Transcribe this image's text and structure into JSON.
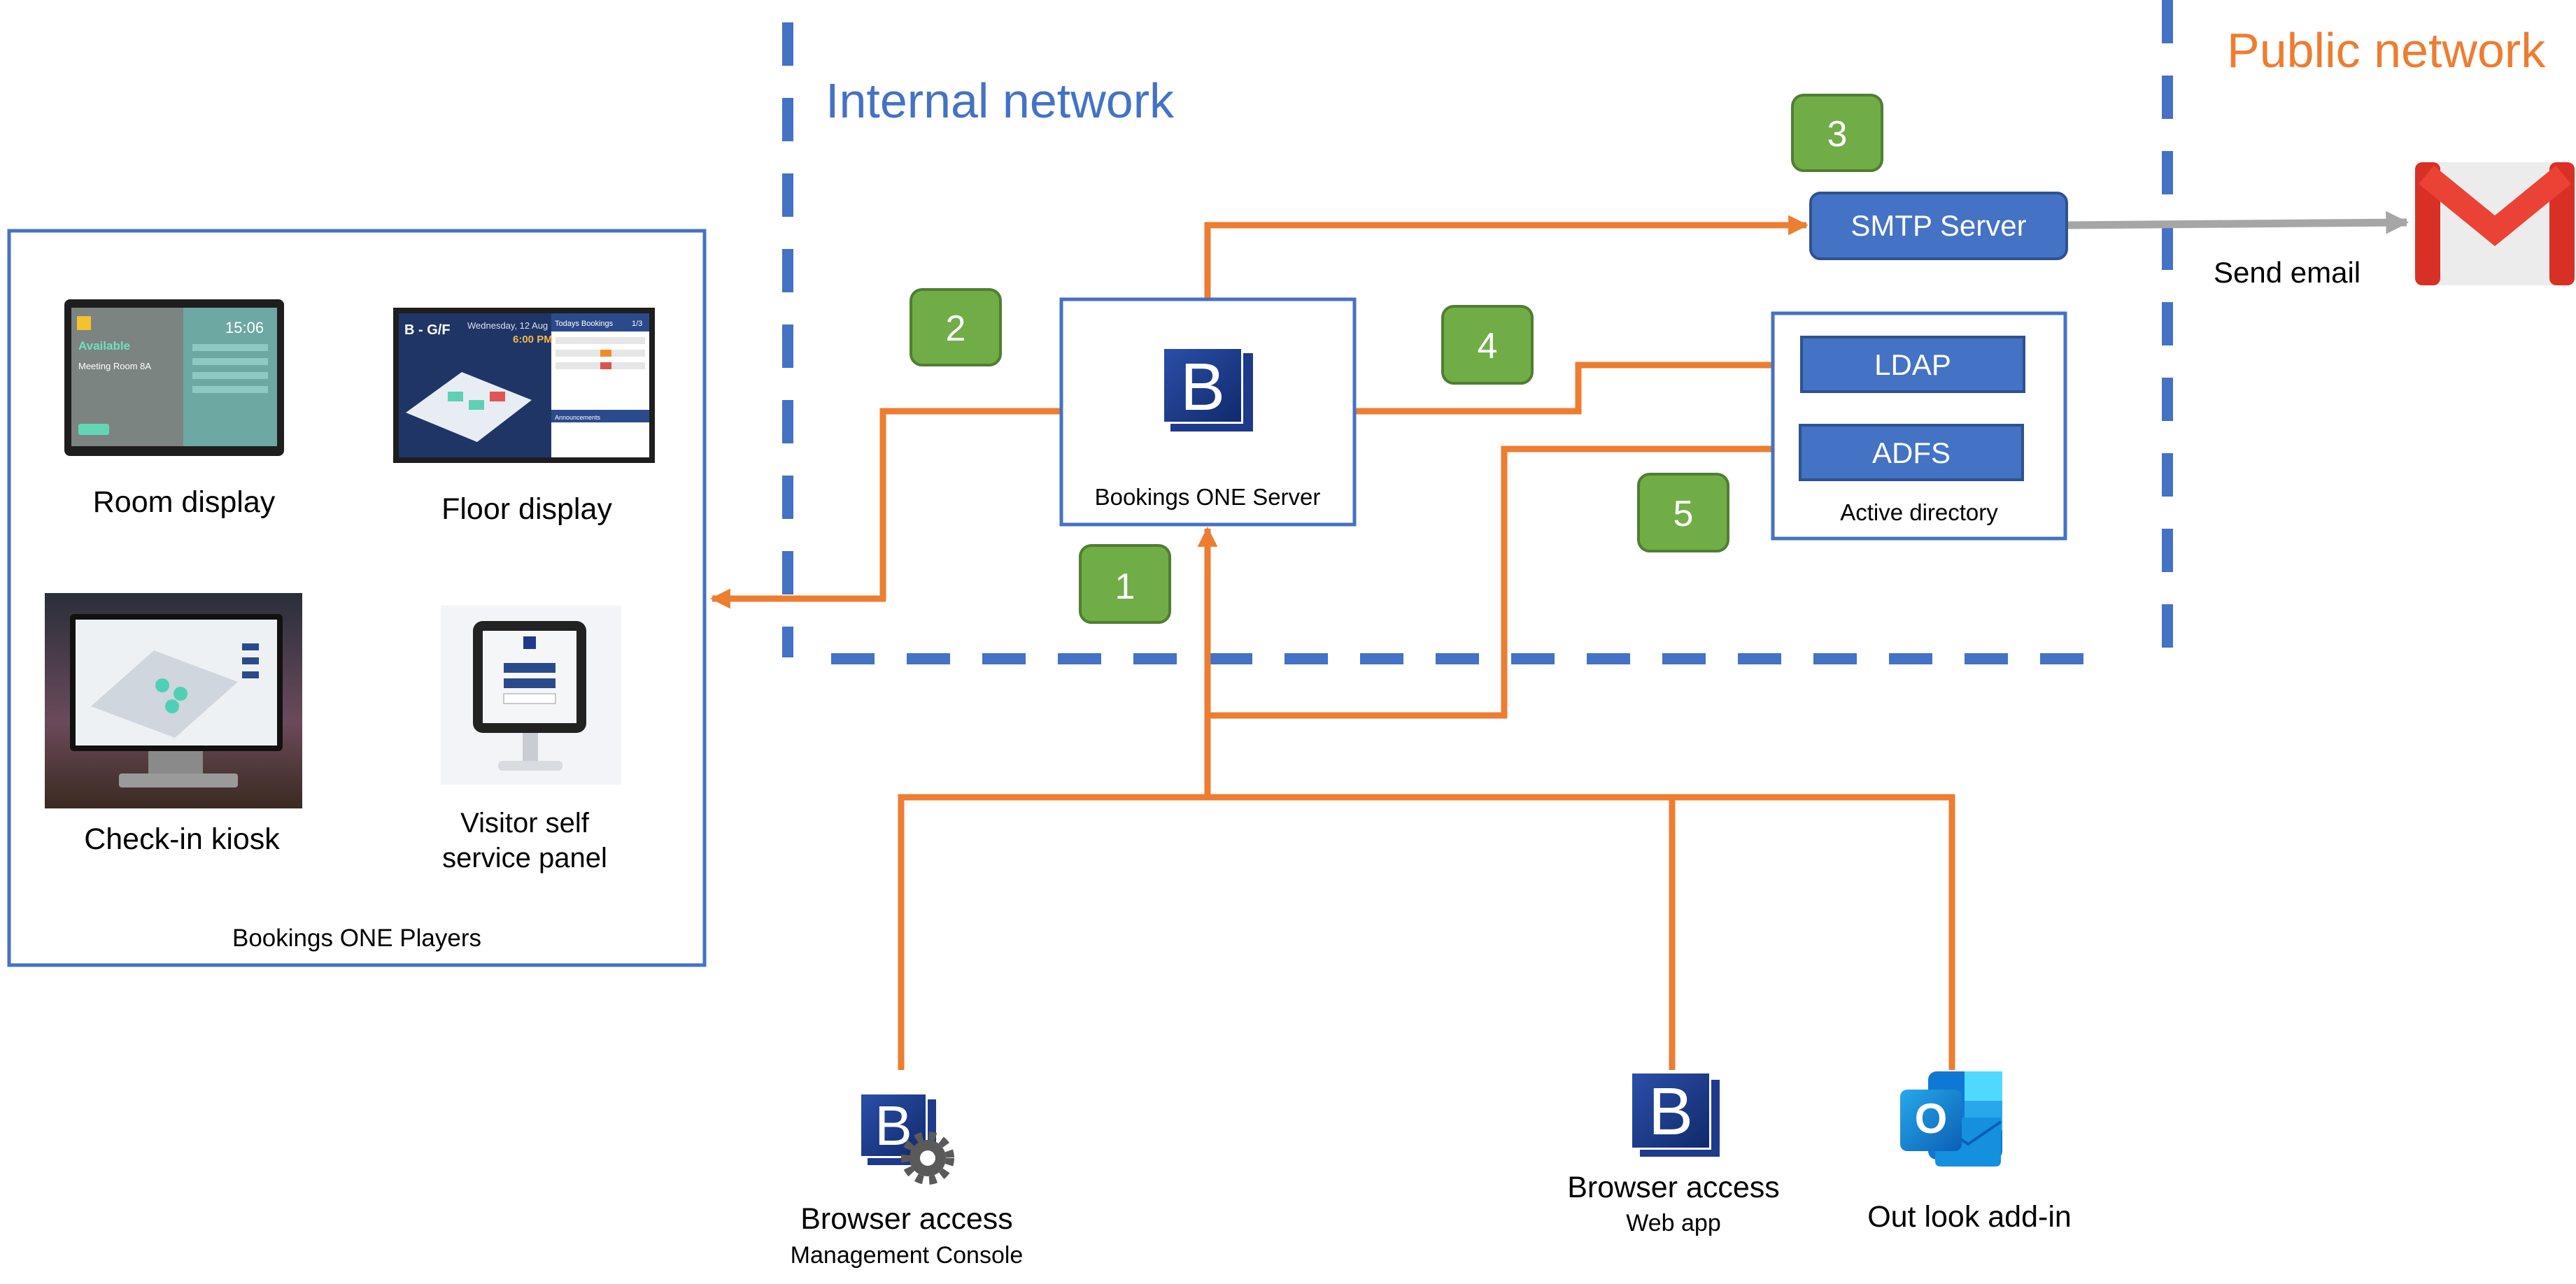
{
  "zones": {
    "internal_label": "Internal network",
    "public_label": "Public network"
  },
  "players": {
    "group_label": "Bookings ONE Players",
    "items": [
      {
        "label": "Room display"
      },
      {
        "label": "Floor display"
      },
      {
        "label": "Check-in kiosk"
      },
      {
        "label_line1": "Visitor self",
        "label_line2": "service panel"
      }
    ],
    "room_screen": {
      "status": "Available",
      "time": "15:06",
      "room": "Meeting Room 8A"
    },
    "floor_screen": {
      "zone": "B - G/F",
      "date": "Wednesday, 12 Aug",
      "time": "6:00 PM",
      "panel_title": "Todays Bookings",
      "page": "1/3",
      "announcement": "Announcements"
    }
  },
  "server": {
    "label": "Bookings ONE Server",
    "logo_letter": "B"
  },
  "smtp": {
    "label": "SMTP Server"
  },
  "email": {
    "label": "Send email"
  },
  "active_directory": {
    "label": "Active directory",
    "ldap": "LDAP",
    "adfs": "ADFS"
  },
  "steps": [
    "1",
    "2",
    "3",
    "4",
    "5"
  ],
  "clients": {
    "management": {
      "title": "Browser access",
      "subtitle": "Management Console",
      "logo_letter": "B"
    },
    "webapp": {
      "title": "Browser access",
      "subtitle": "Web app",
      "logo_letter": "B"
    },
    "outlook": {
      "title": "Out look add-in",
      "logo_letter": "O"
    }
  },
  "colors": {
    "internal_blue": "#4472C4",
    "public_orange": "#ED7D31",
    "connector_orange": "#ED7D31",
    "step_green": "#70AD47",
    "email_arrow_gray": "#A6A6A6",
    "logo_navy": "#1F3A8A",
    "gmail_red": "#EA4335"
  }
}
